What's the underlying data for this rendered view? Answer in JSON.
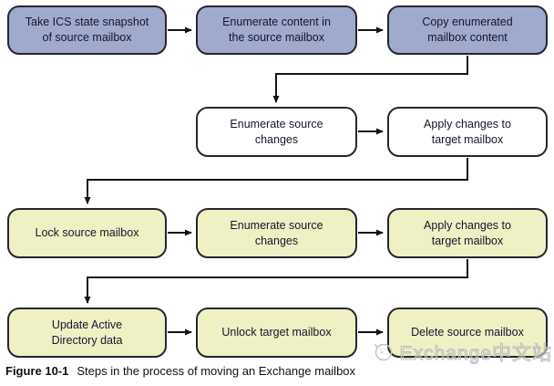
{
  "flowchart": {
    "nodes": [
      {
        "id": "take-ics-snapshot",
        "label": "Take ICS state snapshot\nof source mailbox",
        "variant": "blue"
      },
      {
        "id": "enumerate-content",
        "label": "Enumerate content in\nthe source mailbox",
        "variant": "blue"
      },
      {
        "id": "copy-enumerated",
        "label": "Copy enumerated\nmailbox content",
        "variant": "blue"
      },
      {
        "id": "enumerate-changes-1",
        "label": "Enumerate source\nchanges",
        "variant": "white"
      },
      {
        "id": "apply-changes-1",
        "label": "Apply changes to\ntarget mailbox",
        "variant": "white"
      },
      {
        "id": "lock-source-mailbox",
        "label": "Lock source mailbox",
        "variant": "yellow"
      },
      {
        "id": "enumerate-changes-2",
        "label": "Enumerate source\nchanges",
        "variant": "yellow"
      },
      {
        "id": "apply-changes-2",
        "label": "Apply changes to\ntarget mailbox",
        "variant": "yellow"
      },
      {
        "id": "update-ad-data",
        "label": "Update Active\nDirectory data",
        "variant": "yellow"
      },
      {
        "id": "unlock-target-mailbox",
        "label": "Unlock target mailbox",
        "variant": "yellow"
      },
      {
        "id": "delete-source-mailbox",
        "label": "Delete source mailbox",
        "variant": "yellow"
      }
    ],
    "edges": [
      "take-ics-snapshot -> enumerate-content",
      "enumerate-content -> copy-enumerated",
      "copy-enumerated -> enumerate-changes-1 (elbow down-left)",
      "enumerate-changes-1 -> apply-changes-1",
      "apply-changes-1 -> lock-source-mailbox (elbow down-left)",
      "lock-source-mailbox -> enumerate-changes-2",
      "enumerate-changes-2 -> apply-changes-2",
      "apply-changes-2 -> update-ad-data (elbow down-left)",
      "update-ad-data -> unlock-target-mailbox",
      "unlock-target-mailbox -> delete-source-mailbox"
    ]
  },
  "caption": {
    "label": "Figure 10-1",
    "text": "Steps in the process of moving an Exchange mailbox"
  },
  "watermark": {
    "icon": "magnifier-icon",
    "text": "Exchange中文站"
  },
  "colors": {
    "node_blue": "#9faacd",
    "node_white": "#ffffff",
    "node_yellow": "#f0f0c5",
    "node_border": "#26262e",
    "arrow": "#141414",
    "watermark_gray": "#bdbdbd"
  }
}
